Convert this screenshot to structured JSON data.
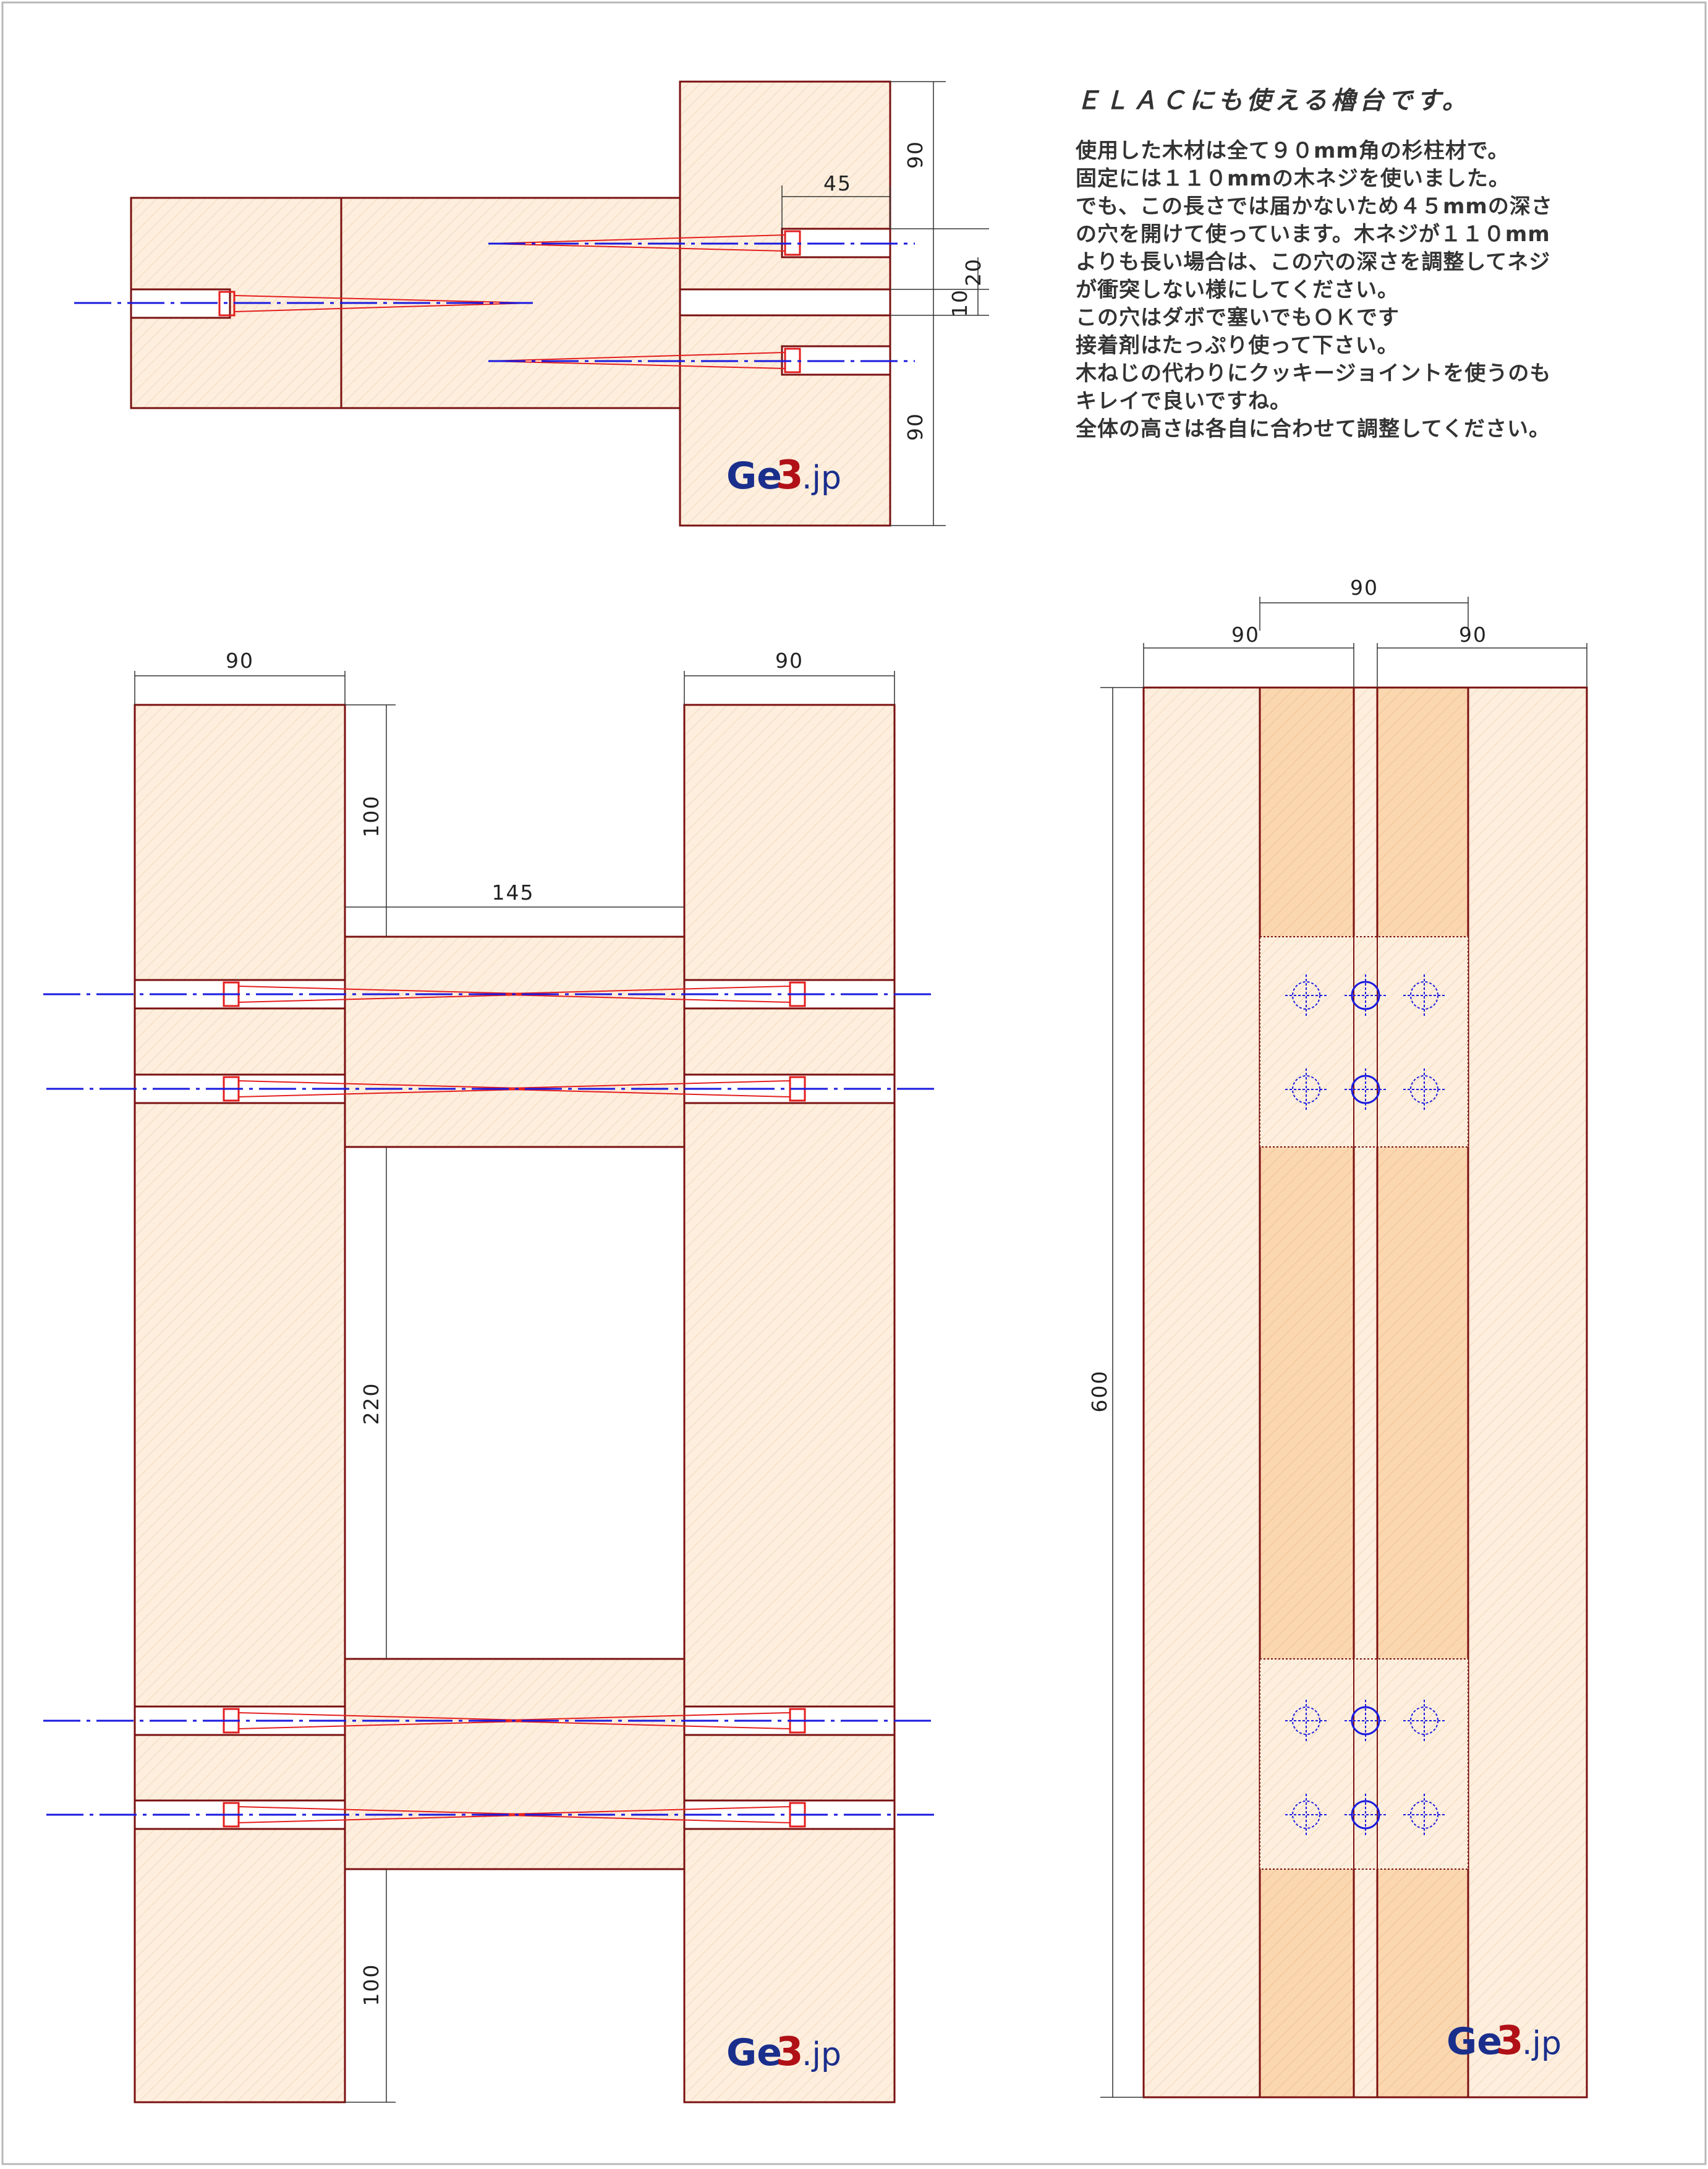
{
  "notes": {
    "title": "ＥＬＡＣにも使える櫓台です。",
    "lines": [
      "使用した木材は全て９０mm角の杉柱材で。",
      "固定には１１０mmの木ネジを使いました。",
      "でも、この長さでは届かないため４５mmの深さ",
      "の穴を開けて使っています。木ネジが１１０mm",
      "よりも長い場合は、この穴の深さを調整してネジ",
      "が衝突しない様にしてください。",
      "この穴はダボで塞いでもＯＫです",
      "接着剤はたっぷり使って下さい。",
      "木ねじの代わりにクッキージョイントを使うのも",
      "キレイで良いですね。",
      "全体の高さは各自に合わせて調整してください。"
    ]
  },
  "logo": {
    "text_ge": "Ge",
    "text_3": "3",
    "text_jp": ".jp"
  },
  "dimensions": {
    "top_view": {
      "h90_top": "90",
      "h45": "45",
      "h10": "10",
      "h20": "20",
      "h90_bottom": "90"
    },
    "front_view": {
      "w90_left": "90",
      "w90_right": "90",
      "h100_top": "100",
      "w145": "145",
      "h220": "220",
      "h100_bottom": "100"
    },
    "side_view": {
      "w90_center": "90",
      "w90_left": "90",
      "w90_right": "90",
      "h600": "600"
    }
  },
  "colors": {
    "wood_fill": "#fdeedd",
    "wood_dark_fill": "#fbd7b0",
    "outline": "#7a1010",
    "screw_red": "#e41e1e",
    "axis_blue": "#1a1adf",
    "logo_blue": "#1a2e8c",
    "logo_red": "#b01016"
  }
}
